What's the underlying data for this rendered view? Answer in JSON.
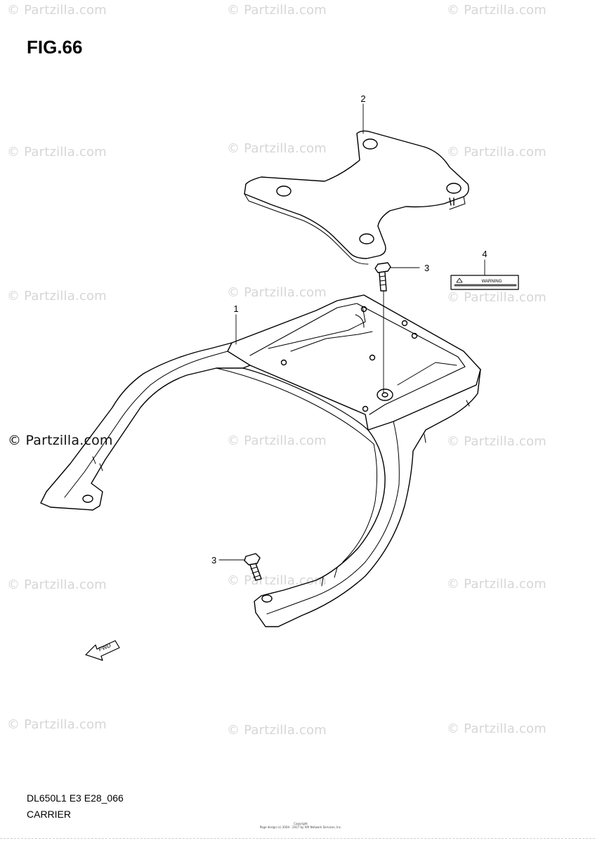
{
  "figure": {
    "title": "FIG.66"
  },
  "watermark": {
    "text": "© Partzilla.com",
    "feature_text": "© Partzilla.com"
  },
  "callouts": {
    "part1": "1",
    "part2": "2",
    "part3_top": "3",
    "part3_bottom": "3",
    "part4": "4"
  },
  "label_decal": {
    "heading": "WARNING"
  },
  "fwd_arrow": {
    "text": "FWD"
  },
  "footer": {
    "code": "DL650L1 E3 E28_066",
    "name": "CARRIER"
  },
  "copyright": {
    "heading": "Copyright",
    "line": "Page design (c) 2004 - 2017 by ARI Network Services, Inc."
  }
}
